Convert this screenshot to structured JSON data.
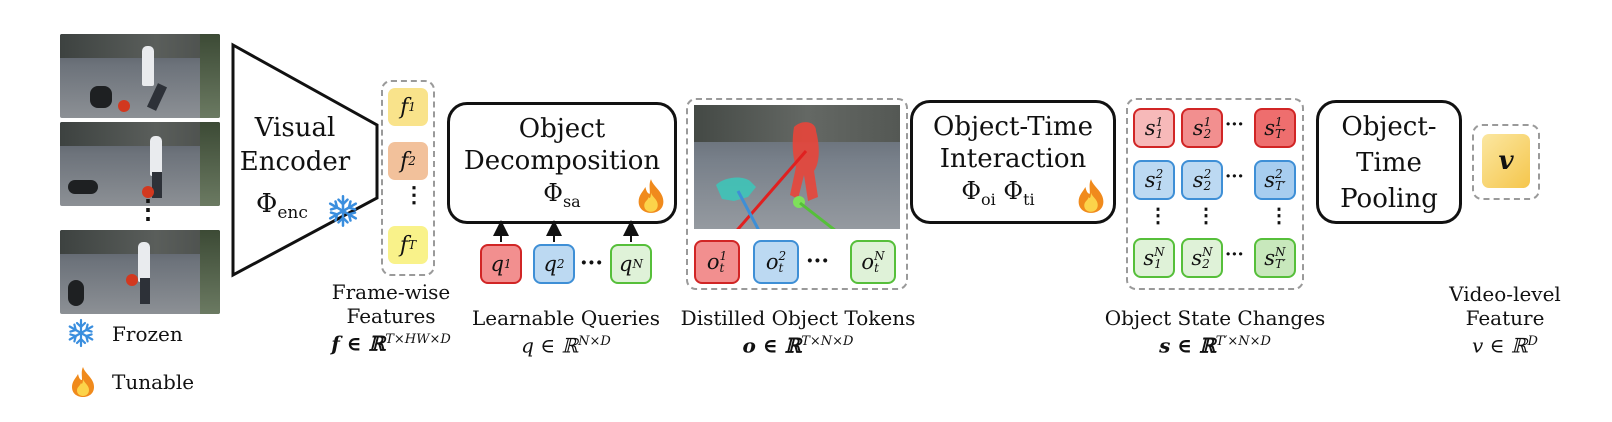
{
  "legend": {
    "frozen_label": "Frozen",
    "tunable_label": "Tunable",
    "frozen_icon": "snowflake-icon",
    "tunable_icon": "flame-icon"
  },
  "encoder": {
    "line1": "Visual",
    "line2": "Encoder",
    "symbol": "Φ",
    "symbol_sub": "enc"
  },
  "frame_features": {
    "tokens": [
      {
        "base": "f",
        "sub": "1",
        "color": "#f9e38b"
      },
      {
        "base": "f",
        "sub": "2",
        "color": "#f2c19b"
      },
      {
        "base": "f",
        "sub": "T",
        "color": "#f9f28a"
      }
    ],
    "caption_line1": "Frame-wise",
    "caption_line2": "Features",
    "formula": "f ∈ ℝ",
    "formula_sup": "T×HW×D"
  },
  "decomposition": {
    "line1": "Object",
    "line2": "Decomposition",
    "symbol": "Φ",
    "symbol_sub": "sa"
  },
  "queries": {
    "tokens": [
      {
        "base": "q",
        "sub": "1"
      },
      {
        "base": "q",
        "sub": "2"
      },
      {
        "base": "q",
        "sub": "N"
      }
    ],
    "ellipsis": "···",
    "caption": "Learnable Queries",
    "formula": "q ∈ ℝ",
    "formula_sup": "N×D"
  },
  "object_tokens": {
    "tokens": [
      {
        "base": "o",
        "sup": "1",
        "sub": "t"
      },
      {
        "base": "o",
        "sup": "2",
        "sub": "t"
      },
      {
        "base": "o",
        "sup": "N",
        "sub": "t"
      }
    ],
    "ellipsis": "···",
    "caption": "Distilled Object Tokens",
    "formula": "o ∈ ℝ",
    "formula_sup": "T×N×D"
  },
  "interaction": {
    "line1": "Object-Time",
    "line2": "Interaction",
    "symbol_a": "Φ",
    "symbol_a_sub": "oi",
    "symbol_b": "Φ",
    "symbol_b_sub": "ti"
  },
  "state_changes": {
    "rows": [
      [
        {
          "sup": "1",
          "sub": "1"
        },
        {
          "sup": "1",
          "sub": "2"
        },
        {
          "sup": "1",
          "sub": "T′"
        }
      ],
      [
        {
          "sup": "2",
          "sub": "1"
        },
        {
          "sup": "2",
          "sub": "2"
        },
        {
          "sup": "2",
          "sub": "T′"
        }
      ],
      [
        {
          "sup": "N",
          "sub": "1"
        },
        {
          "sup": "N",
          "sub": "2"
        },
        {
          "sup": "N",
          "sub": "T′"
        }
      ]
    ],
    "base": "s",
    "ellipsis": "···",
    "caption": "Object State Changes",
    "formula": "s ∈ ℝ",
    "formula_sup": "T′×N×D"
  },
  "pooling": {
    "line1": "Object-",
    "line2": "Time",
    "line3": "Pooling"
  },
  "video_feature": {
    "token": "v",
    "caption_line1": "Video-level",
    "caption_line2": "Feature",
    "formula": "v ∈ ℝ",
    "formula_sup": "D"
  }
}
